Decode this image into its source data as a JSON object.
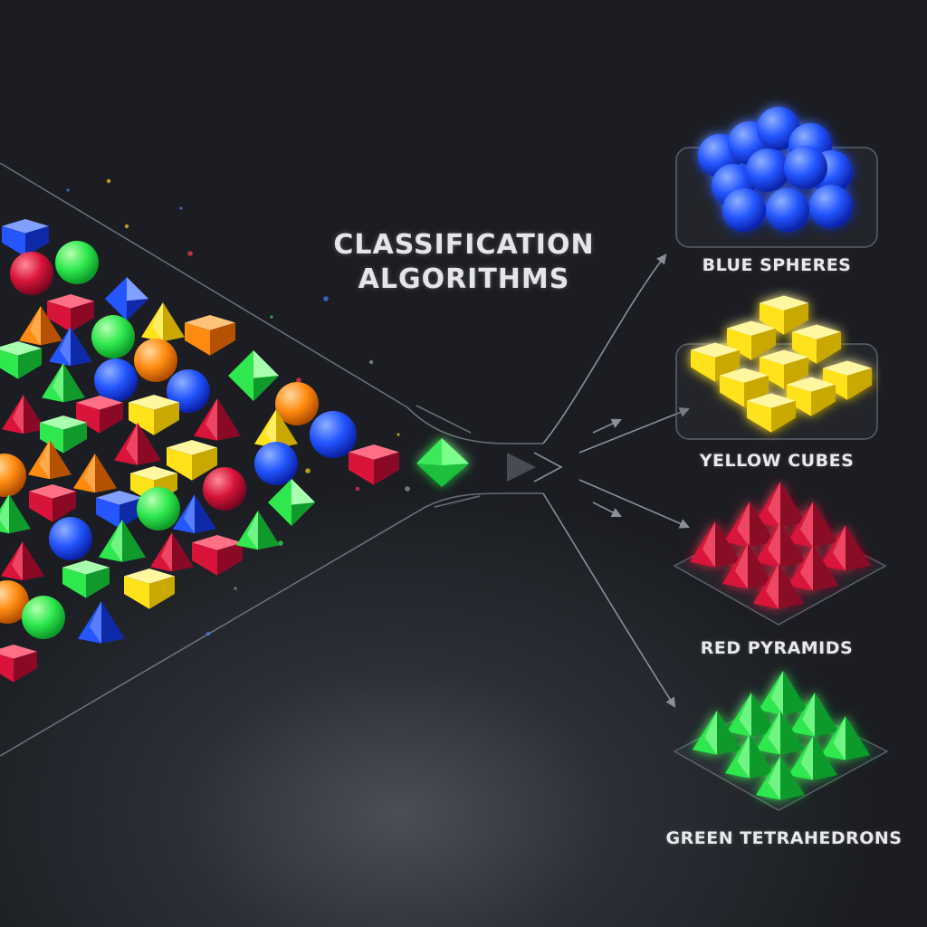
{
  "title": {
    "line1": "CLASSIFICATION",
    "line2": "ALGORITHMS"
  },
  "categories": [
    {
      "label": "BLUE SPHERES",
      "color": "#1f4dff"
    },
    {
      "label": "YELLOW CUBES",
      "color": "#ffe21a"
    },
    {
      "label": "RED PYRAMIDS",
      "color": "#e0143a"
    },
    {
      "label": "GREEN TETRAHEDRONS",
      "color": "#2ee84e"
    }
  ],
  "palette": {
    "blue": "#1f4dff",
    "yellow": "#ffe21a",
    "red": "#d8143a",
    "green": "#2ee84e",
    "orange": "#ff8a10",
    "line": "#8a8f98"
  }
}
